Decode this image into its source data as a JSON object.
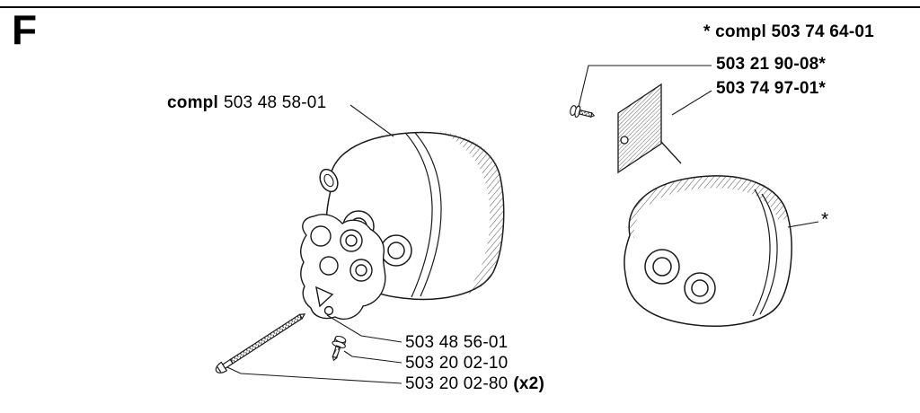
{
  "page": {
    "section_letter": "F"
  },
  "labels": {
    "muffler_assembly_complete": "* compl 503 74 64-01",
    "spark_arrestor_screw": "503 21 90-08*",
    "spark_arrestor_screen": "503 74 97-01*",
    "muffler_prefix": "compl",
    "muffler_number": "503 48 58-01",
    "gasket": "503 48 56-01",
    "screw": "503 20 02-10",
    "bolt_number": "503 20 02-80",
    "bolt_quantity": "(x2)",
    "variant_marker": "*"
  },
  "colors": {
    "line": "#1a1a1a",
    "background": "#ffffff"
  }
}
